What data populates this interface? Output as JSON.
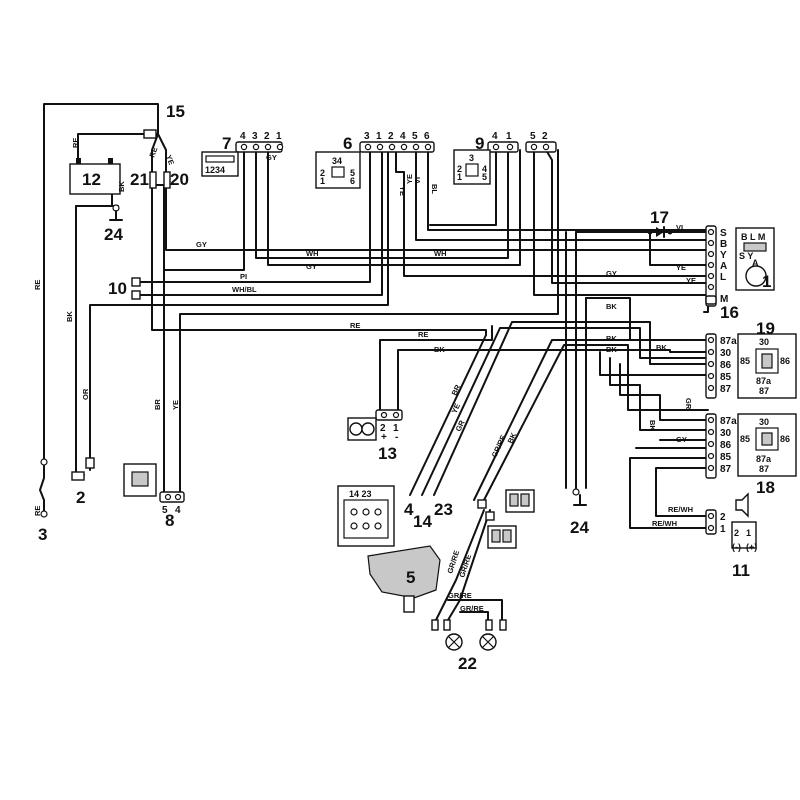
{
  "components": {
    "c1": "1",
    "c2": "2",
    "c3": "3",
    "c5": "5",
    "c6": "6",
    "c7": "7",
    "c8": "8",
    "c9": "9",
    "c10": "10",
    "c11": "11",
    "c12": "12",
    "c13": "13",
    "c14": "14",
    "c15": "15",
    "c16": "16",
    "c17": "17",
    "c18": "18",
    "c19": "19",
    "c20": "20",
    "c21": "21",
    "c22": "22",
    "c24a": "24",
    "c24b": "24",
    "c4": "4",
    "c23": "23"
  },
  "wires": {
    "gy": "GY",
    "wh": "WH",
    "pi": "PI",
    "whbl": "WH/BL",
    "re": "RE",
    "bk": "BK",
    "or": "OR",
    "ye": "YE",
    "br": "BR",
    "gr": "GR",
    "vi": "VI",
    "bl": "BL",
    "grre": "GR/RE",
    "rewh": "RE/WH"
  },
  "pins": {
    "s": "S",
    "b": "B",
    "y": "Y",
    "a": "A",
    "l": "L",
    "m": "M",
    "p87a": "87a",
    "p30": "30",
    "p86": "86",
    "p85": "85",
    "p87": "87",
    "one": "1",
    "two": "2",
    "three": "3",
    "four": "4",
    "five": "5",
    "six": "6",
    "plus": "+",
    "minus": "-",
    "plusp": "(+)",
    "minusp": "(-)",
    "c7inner": "1234",
    "c6inner": "34",
    "blm": "B L M",
    "sy": "S   Y",
    "aa": "A",
    "c5inner": "14 23"
  }
}
